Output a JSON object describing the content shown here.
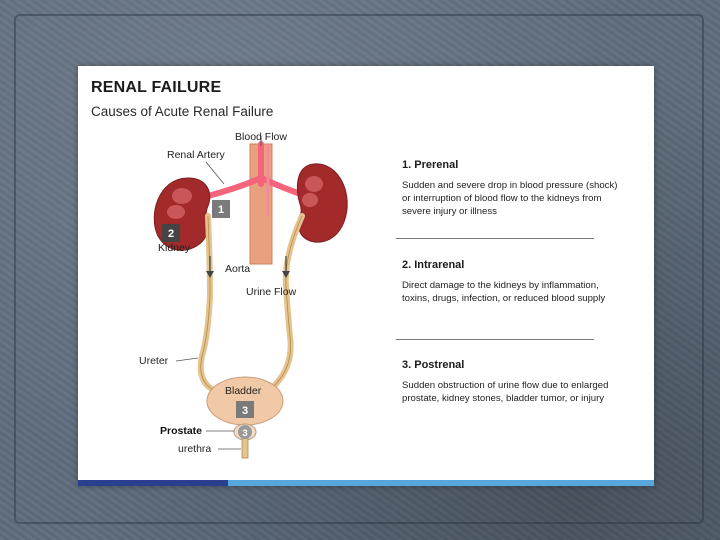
{
  "slide": {
    "title": "RENAL FAILURE",
    "subtitle": "Causes of Acute Renal Failure"
  },
  "diagram": {
    "labels": {
      "blood_flow": "Blood Flow",
      "renal_artery": "Renal Artery",
      "kidney": "Kidney",
      "aorta": "Aorta",
      "urine_flow": "Urine Flow",
      "ureter": "Ureter",
      "bladder": "Bladder",
      "prostate": "Prostate",
      "urethra": "urethra"
    },
    "markers": {
      "m1": "1",
      "m2": "2",
      "m3_bladder": "3",
      "m3_prostate": "3"
    },
    "colors": {
      "kidney": "#a32a2b",
      "artery": "#f4647a",
      "aorta": "#e8a07e",
      "ureter": "#e6c38c",
      "bladder": "#f2c9a6",
      "marker": "#7a7a7a"
    }
  },
  "causes": [
    {
      "heading": "1. Prerenal",
      "text": "Sudden and severe drop in blood pressure (shock) or interruption of blood flow to the kidneys from severe injury or illness"
    },
    {
      "heading": "2. Intrarenal",
      "text": "Direct damage to the kidneys by inflammation, toxins, drugs, infection, or reduced blood supply"
    },
    {
      "heading": "3. Postrenal",
      "text": "Sudden obstruction of urine flow due to enlarged prostate, kidney stones, bladder tumor, or injury"
    }
  ]
}
